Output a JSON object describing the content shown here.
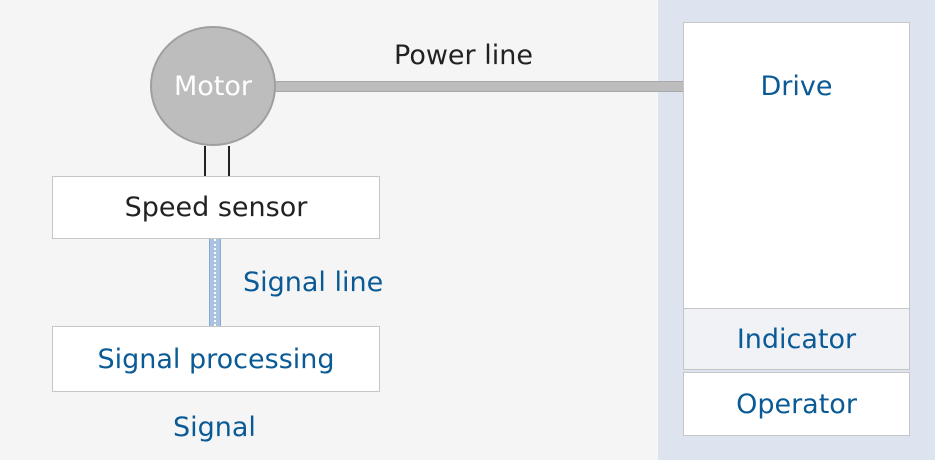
{
  "diagram": {
    "motor": {
      "label": "Motor"
    },
    "power_line": {
      "label": "Power line"
    },
    "speed_sensor": {
      "label": "Speed sensor"
    },
    "signal_line": {
      "label": "Signal line"
    },
    "signal_processing": {
      "label": "Signal processing"
    },
    "signal": {
      "label": "Signal"
    },
    "drive": {
      "label": "Drive"
    },
    "indicator": {
      "label": "Indicator"
    },
    "operator": {
      "label": "Operator"
    }
  },
  "colors": {
    "background": "#f5f5f5",
    "right_panel": "#dde4ef",
    "motor_fill": "#bdbdbd",
    "accent_blue": "#0a5a96",
    "signal_line": "#a9c3e2"
  }
}
